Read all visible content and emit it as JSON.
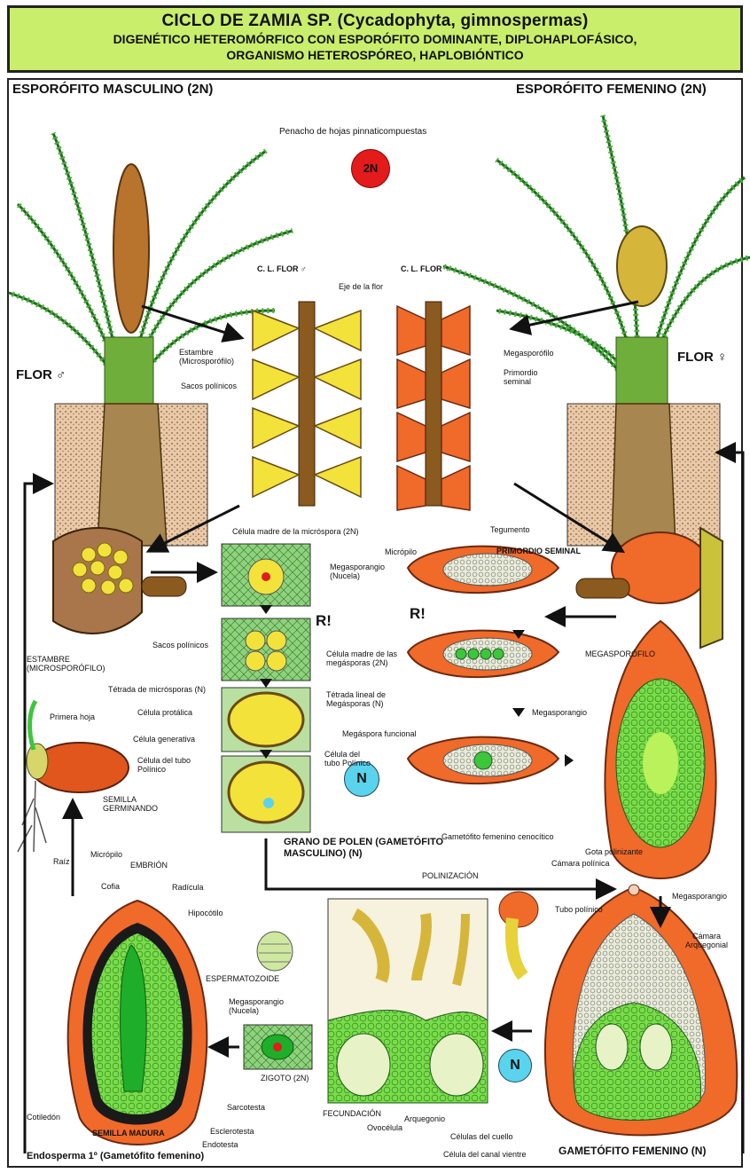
{
  "header": {
    "title_line1": "CICLO DE ZAMIA SP. (Cycadophyta, gimnospermas)",
    "title_line2": "DIGENÉTICO HETEROMÓRFICO CON ESPORÓFITO DOMINANTE, DIPLOHAPLOFÁSICO,",
    "title_line3": "ORGANISMO HETEROSPÓREO, HAPLOBIÓNTICO"
  },
  "top": {
    "male_sporophyte": "ESPORÓFITO MASCULINO (2N)",
    "female_sporophyte": "ESPORÓFITO FEMENINO (2N)",
    "leaves": "Penacho de hojas pinnaticompuestas",
    "badge_2n": "2N",
    "flor_male": "FLOR ♂",
    "flor_female": "FLOR ♀",
    "cl_male": "C. L. FLOR ♂",
    "cl_female": "C. L. FLOR ♀",
    "eje": "Eje de la flor",
    "estambre": "Estambre (Microsporófilo)",
    "sacos_top": "Sacos polínicos",
    "megasporofilo_top": "Megasporófilo",
    "primordio_top": "Primordio seminal"
  },
  "middle": {
    "estambre_micro": "ESTAMBRE (MICROSPORÓFILO)",
    "sacos": "Sacos polínicos",
    "celula_madre_micro": "Célula madre de la micróspora (2N)",
    "r1": "R!",
    "tetrada_micro": "Tétrada de micrósporas (N)",
    "celula_protalica": "Célula protálica",
    "celula_generativa": "Célula generativa",
    "celula_tubo_1": "Célula del tubo Polínico",
    "celula_tubo_2": "Célula del tubo Polínico",
    "badge_n1": "N",
    "grano_polen": "GRANO DE POLEN (GAMETÓFITO MASCULINO) (N)",
    "tegumento": "Tegumento",
    "micropilo": "Micrópilo",
    "megasporangio_nucela": "Megasporangio (Nucela)",
    "primordio_seminal": "PRIMORDIO SEMINAL",
    "megasporofilo": "MEGASPORÓFILO",
    "r2": "R!",
    "celula_madre_mega": "Célula madre de las megásporas (2N)",
    "tetrada_mega": "Tétrada lineal de Megásporas (N)",
    "megasporangio_1": "Megasporangio",
    "megaspora_funcional": "Megáspora funcional",
    "gametofito_cenocitico": "Gametófito femenino cenocítico",
    "primera_hoja": "Primera hoja",
    "semilla_germinando": "SEMILLA GERMINANDO",
    "raiz": "Raíz"
  },
  "bottom": {
    "micropilo": "Micrópilo",
    "embrion": "EMBRIÓN",
    "cofia": "Cofia",
    "radicula": "Radícula",
    "hipocotilo": "Hipocótilo",
    "espermatozoide": "ESPERMATOZOIDE",
    "megasporangio_nucela": "Megasporangio (Nucela)",
    "zigoto": "ZIGOTO (2N)",
    "polinizacion": "POLINIZACIÓN",
    "gota_polinizante": "Gota polinizante",
    "camara_polinica": "Cámara polínica",
    "megasporangio": "Megasporangio",
    "tubo_polinico": "Tubo polínico",
    "camara_arquegonial": "Cámara Arquegonial",
    "badge_n2": "N",
    "cotiledon": "Cotiledón",
    "semilla_madura": "SEMILLA MADURA",
    "sarcotesta": "Sarcotesta",
    "esclerotesta": "Esclerotesta",
    "endotesta": "Endotesta",
    "endosperma": "Endosperma 1º (Gametófito femenino)",
    "fecundacion": "FECUNDACIÓN",
    "arquegonio": "Arquegonio",
    "ovocelula": "Ovocélula",
    "celulas_cuello": "Células del cuello",
    "celula_canal": "Célula del canal vientre",
    "gametofito_femenino": "GAMETÓFITO FEMENINO (N)"
  },
  "colors": {
    "header_bg": "#c9ee6b",
    "orange": "#f06a2a",
    "yellow": "#f2e23a",
    "green": "#3cc63c",
    "brown": "#8a5a1e",
    "red_badge": "#e31b1b",
    "cyan_badge": "#5ad4ec"
  }
}
